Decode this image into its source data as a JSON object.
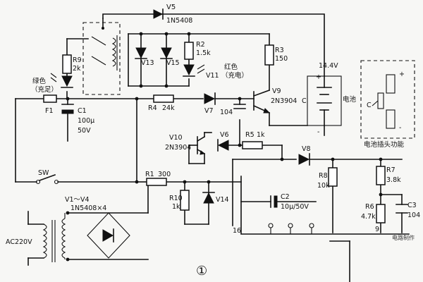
{
  "figure": {
    "number": "①",
    "watermark": "电路制作"
  },
  "components": {
    "V5": {
      "ref": "V5",
      "value": "1N5408"
    },
    "R9": {
      "ref": "R9",
      "value": "2k"
    },
    "led_green": {
      "ref": "绿色",
      "note": "（充足）"
    },
    "V13": {
      "ref": "V13"
    },
    "V15": {
      "ref": "V15"
    },
    "R2": {
      "ref": "R2",
      "value": "1.5k"
    },
    "R3": {
      "ref": "R3",
      "value": "150"
    },
    "V11": {
      "ref": "V11",
      "note": "（充电）",
      "color": "红色"
    },
    "F1": {
      "ref": "F1"
    },
    "C1": {
      "ref": "C1",
      "value": "100μ",
      "voltage": "50V"
    },
    "R4": {
      "ref": "R4",
      "value": "24k"
    },
    "V7": {
      "ref": "V7"
    },
    "C104": {
      "value": "104"
    },
    "V9": {
      "ref": "V9",
      "value": "2N3904"
    },
    "V10": {
      "ref": "V10",
      "value": "2N3904"
    },
    "V6": {
      "ref": "V6"
    },
    "R5": {
      "ref": "R5",
      "value": "1k"
    },
    "V8": {
      "ref": "V8"
    },
    "SW": {
      "ref": "SW"
    },
    "R1": {
      "ref": "R1",
      "value": "300"
    },
    "R8": {
      "ref": "R8",
      "value": "10k"
    },
    "R7": {
      "ref": "R7",
      "value": "3.8k"
    },
    "R10": {
      "ref": "R10",
      "value": "1k"
    },
    "V14": {
      "ref": "V14"
    },
    "C2": {
      "ref": "C2",
      "value": "10μ/50V"
    },
    "R6": {
      "ref": "R6",
      "value": "4.7k"
    },
    "C3": {
      "ref": "C3",
      "value": "104"
    },
    "bridge": {
      "ref": "V1～V4",
      "value": "1N5408×4"
    },
    "mains": {
      "label": "AC220V"
    }
  },
  "battery": {
    "voltage": "14.4V",
    "label": "电池",
    "terminal_c": "C",
    "plus": "+",
    "minus": "-"
  },
  "connector": {
    "caption": "电池插头功能",
    "terminal_c": "C",
    "plus": "+",
    "minus": "-"
  },
  "ic": {
    "pin16": "16",
    "pin9": "9"
  }
}
